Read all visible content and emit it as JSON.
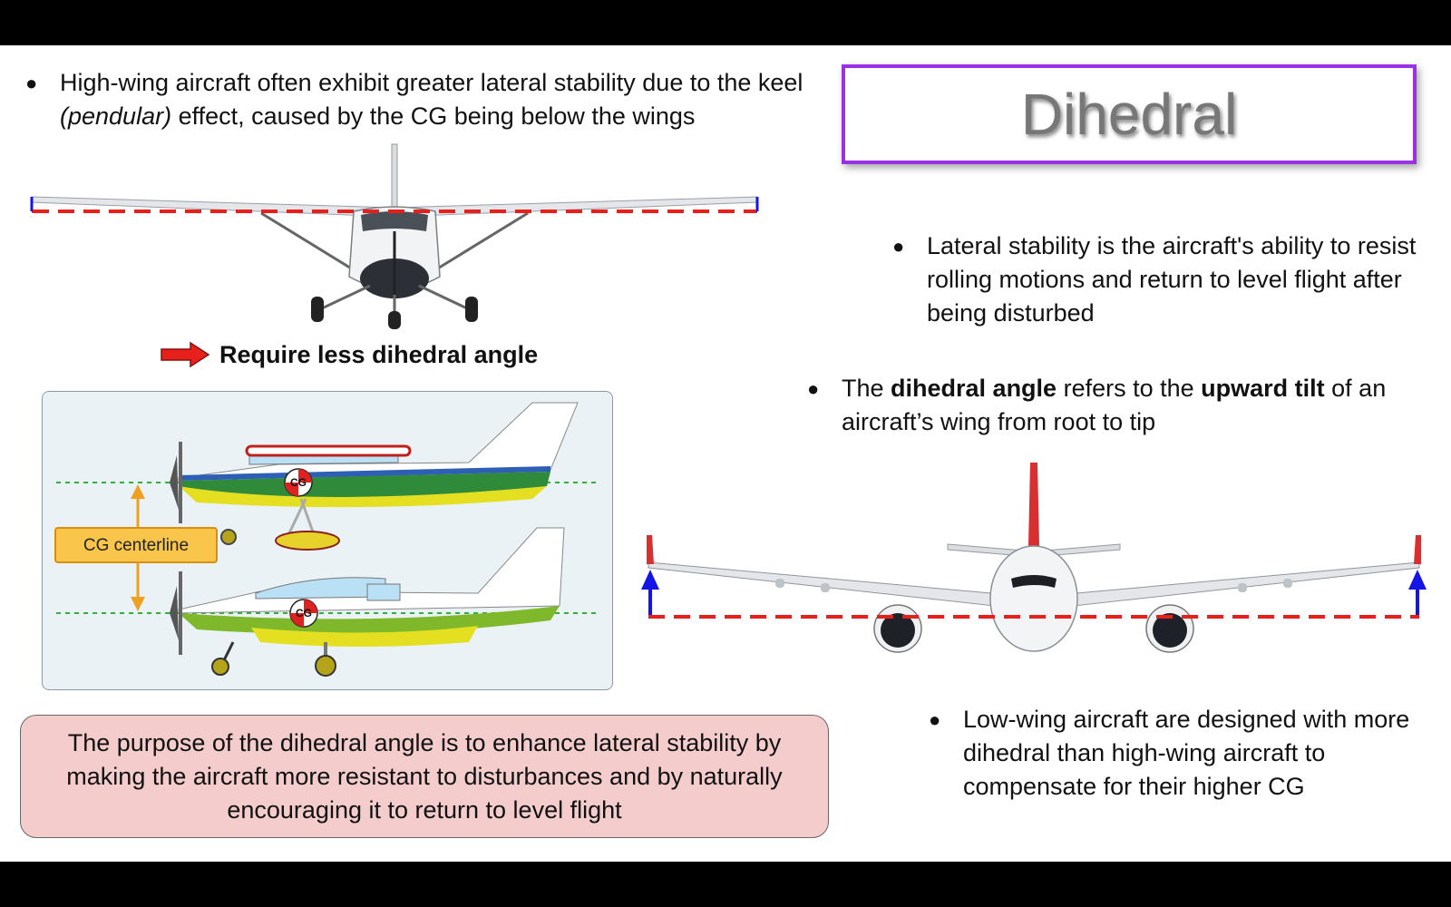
{
  "title": "Dihedral",
  "high_wing_bullet": {
    "pre": "High-wing aircraft often exhibit greater lateral stability due to the keel ",
    "italic": "(pendular)",
    "post": " effect, caused by the CG being below the wings"
  },
  "require_label": "Require less dihedral angle",
  "lateral_bullet": "Lateral stability is the aircraft's ability to resist rolling motions and return to level flight after being disturbed",
  "dihedral_bullet": {
    "pre": "The ",
    "bold1": "dihedral angle",
    "mid": " refers to the ",
    "bold2": "upward tilt",
    "post": " of an aircraft’s wing from root to tip"
  },
  "low_wing_bullet": "Low-wing aircraft are designed with more dihedral than high-wing aircraft to compensate for their higher CG",
  "summary": "The purpose of the dihedral angle is to enhance lateral stability by making the aircraft more resistant to disturbances and by naturally encouraging it to return to level flight",
  "cg_diagram": {
    "centerline_label": "CG centerline",
    "cg_label": "CG"
  },
  "bullet_glyph": "●",
  "colors": {
    "title_border": "#9b30e6",
    "summary_bg": "#f4cccc",
    "reference_line": "#e8201c",
    "dihedral_arrow": "#1414e6"
  },
  "icons": {
    "bullet": "bullet-dot",
    "require_arrow": "red-right-arrow-icon",
    "tip_arrow": "blue-up-arrow-icon"
  }
}
